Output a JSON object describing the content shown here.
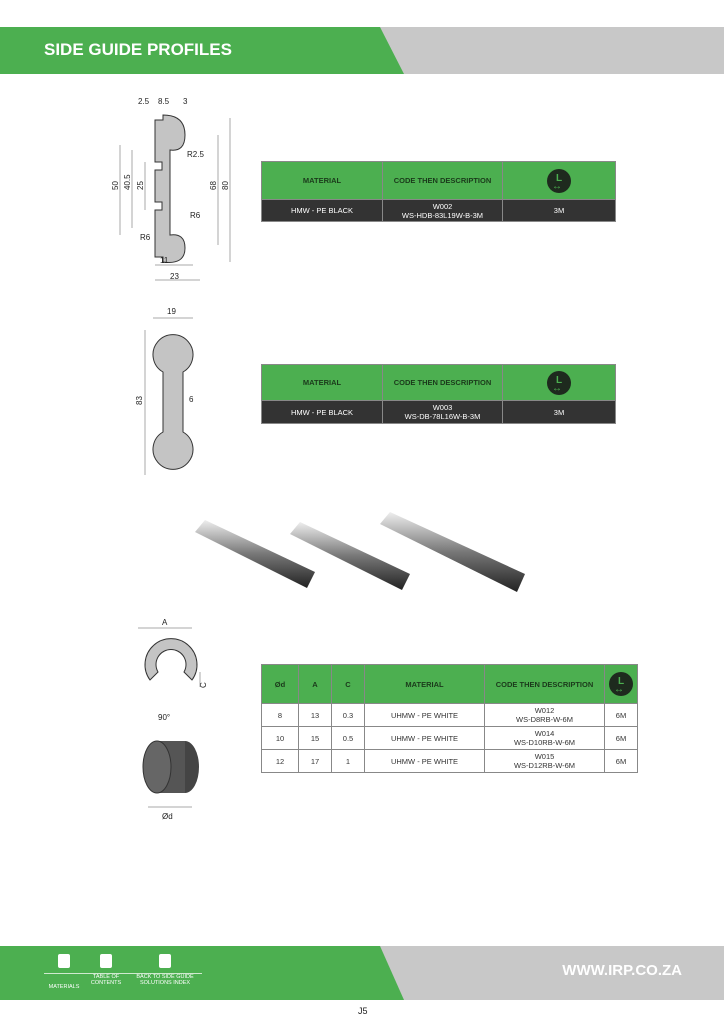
{
  "header": {
    "title": "SIDE GUIDE PROFILES"
  },
  "profile1": {
    "dims": [
      "2.5",
      "8.5",
      "3",
      "R2.5",
      "50",
      "40.5",
      "25",
      "68",
      "80",
      "R6",
      "R6",
      "11",
      "23"
    ],
    "table": {
      "headers": [
        "MATERIAL",
        "CODE THEN DESCRIPTION"
      ],
      "length_icon": "L",
      "row": {
        "material": "HMW - PE BLACK",
        "code": "W002",
        "description": "WS-HDB-83L19W-B-3M",
        "length": "3M"
      }
    }
  },
  "profile2": {
    "dims": [
      "19",
      "83",
      "6"
    ],
    "table": {
      "headers": [
        "MATERIAL",
        "CODE THEN DESCRIPTION"
      ],
      "length_icon": "L",
      "row": {
        "material": "HMW - PE BLACK",
        "code": "W003",
        "description": "WS-DB-78L16W-B-3M",
        "length": "3M"
      }
    }
  },
  "profile3": {
    "dims": [
      "A",
      "C",
      "90°",
      "Ød"
    ],
    "table": {
      "headers": [
        "Ød",
        "A",
        "C",
        "MATERIAL",
        "CODE THEN DESCRIPTION"
      ],
      "length_icon": "L",
      "rows": [
        {
          "d": "8",
          "a": "13",
          "c": "0.3",
          "material": "UHMW - PE WHITE",
          "code": "W012",
          "description": "WS-D8RB-W-6M",
          "length": "6M"
        },
        {
          "d": "10",
          "a": "15",
          "c": "0.5",
          "material": "UHMW - PE WHITE",
          "code": "W014",
          "description": "WS-D10RB-W-6M",
          "length": "6M"
        },
        {
          "d": "12",
          "a": "17",
          "c": "1",
          "material": "UHMW - PE WHITE",
          "code": "W015",
          "description": "WS-D12RB-W-6M",
          "length": "6M"
        }
      ]
    }
  },
  "footer": {
    "nav": [
      "MATERIALS",
      "TABLE OF CONTENTS",
      "BACK TO SIDE GUIDE SOLUTIONS INDEX"
    ],
    "url": "WWW.IRP.CO.ZA",
    "page": "J5"
  }
}
